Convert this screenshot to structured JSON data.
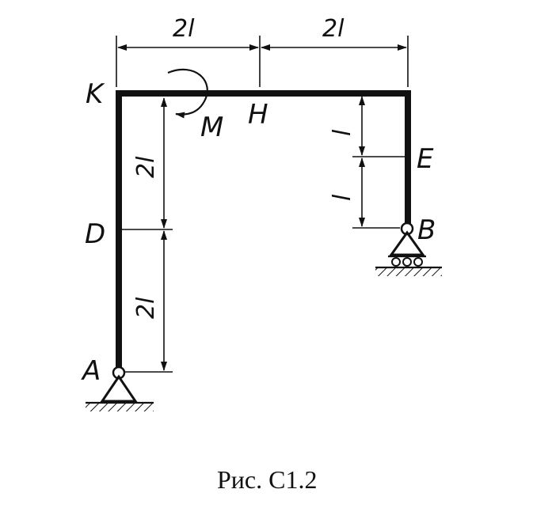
{
  "labels": {
    "K": "K",
    "H": "H",
    "M": "M",
    "D": "D",
    "A": "A",
    "E": "E",
    "B": "B"
  },
  "dimensions": {
    "top_left": "2l",
    "top_right": "2l",
    "left_upper": "2l",
    "left_lower": "2l",
    "right_upper": "l",
    "right_lower": "l"
  },
  "caption": "Рис. С1.2"
}
